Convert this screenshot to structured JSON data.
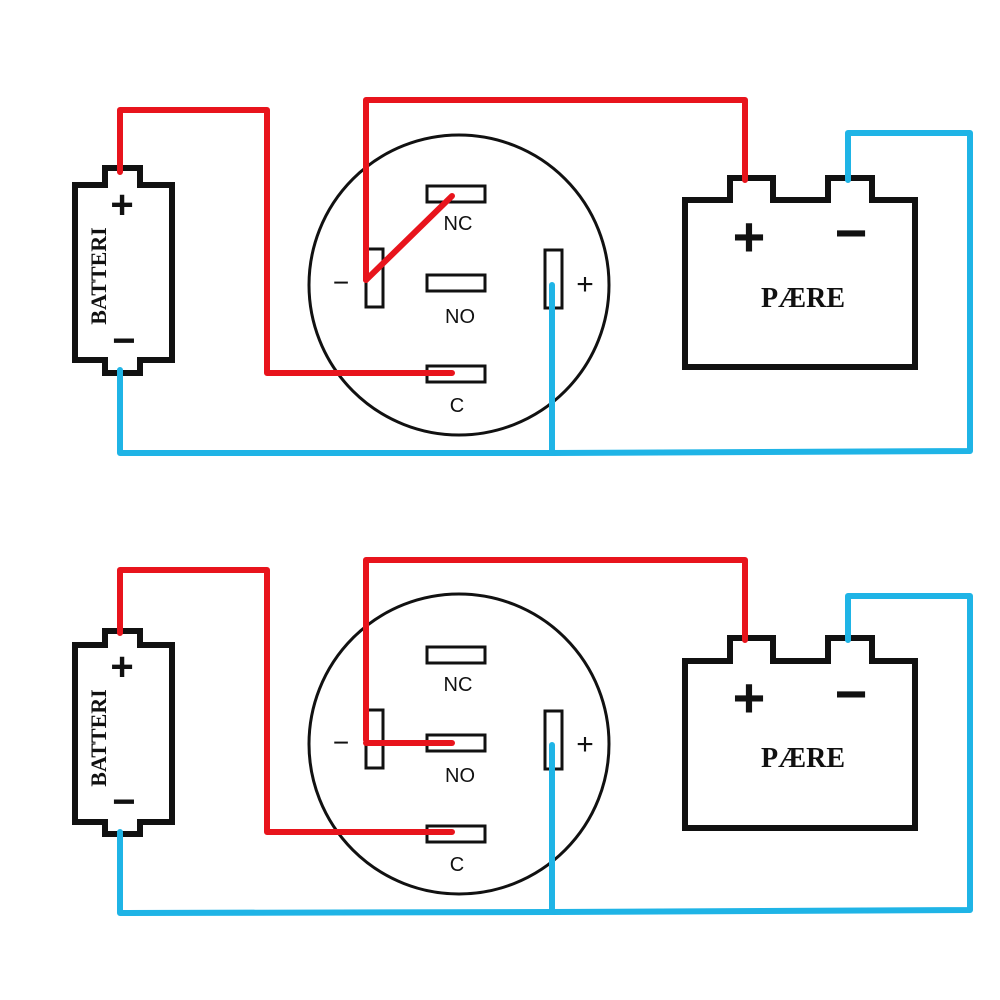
{
  "colors": {
    "positive_wire": "#e8141c",
    "negative_wire": "#1fb4e6",
    "outline": "#111111",
    "background": "#ffffff"
  },
  "diagrams": [
    {
      "id": "nc",
      "battery": {
        "label": "BATTERI",
        "plus": "+",
        "minus": "−"
      },
      "switch": {
        "nc_label": "NC",
        "no_label": "NO",
        "c_label": "C",
        "minus": "−",
        "plus": "+"
      },
      "lamp": {
        "label": "PÆRE",
        "plus": "+",
        "minus": "−"
      }
    },
    {
      "id": "no",
      "battery": {
        "label": "BATTERI",
        "plus": "+",
        "minus": "−"
      },
      "switch": {
        "nc_label": "NC",
        "no_label": "NO",
        "c_label": "C",
        "minus": "−",
        "plus": "+"
      },
      "lamp": {
        "label": "PÆRE",
        "plus": "+",
        "minus": "−"
      }
    }
  ]
}
